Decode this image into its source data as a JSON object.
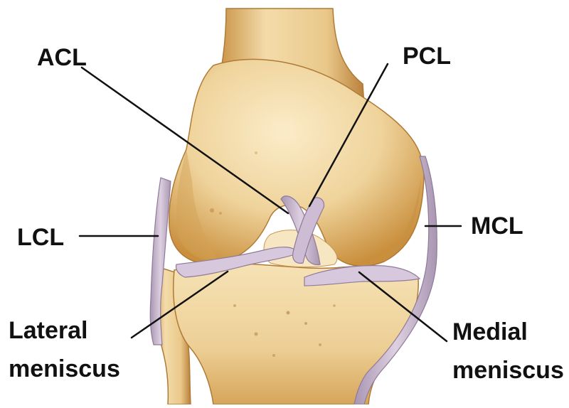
{
  "labels": {
    "acl": "ACL",
    "pcl": "PCL",
    "lcl": "LCL",
    "mcl": "MCL",
    "lateral_meniscus": [
      "Lateral",
      "meniscus"
    ],
    "medial_meniscus": [
      "Medial",
      "meniscus"
    ]
  },
  "colors": {
    "background": "#ffffff",
    "bone": "#f0d7a6",
    "bone_shade": "#d9a95e",
    "bone_dark": "#b98436",
    "ligament": "#cbb6cf",
    "ligament_edge": "#8f7a99",
    "leader_line": "#111111",
    "label_text": "#111111"
  }
}
